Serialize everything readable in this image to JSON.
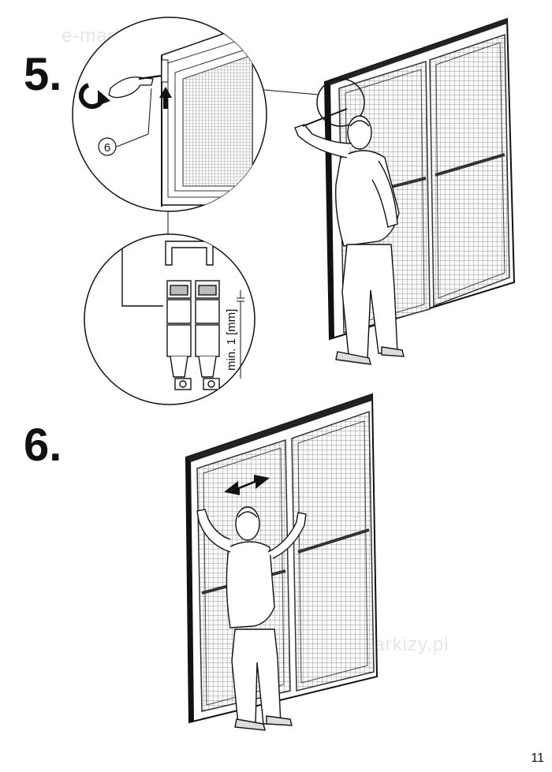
{
  "page_number": "11",
  "watermark": "e-markizy.pl",
  "steps": [
    {
      "number": "5.",
      "callout_part": "6",
      "profile_label": "min. 1 [mm]",
      "icons": [
        "rotate-clockwise-arrow-icon",
        "up-arrow-icon"
      ]
    },
    {
      "number": "6.",
      "icons": [
        "double-headed-arrow-icon"
      ]
    }
  ]
}
